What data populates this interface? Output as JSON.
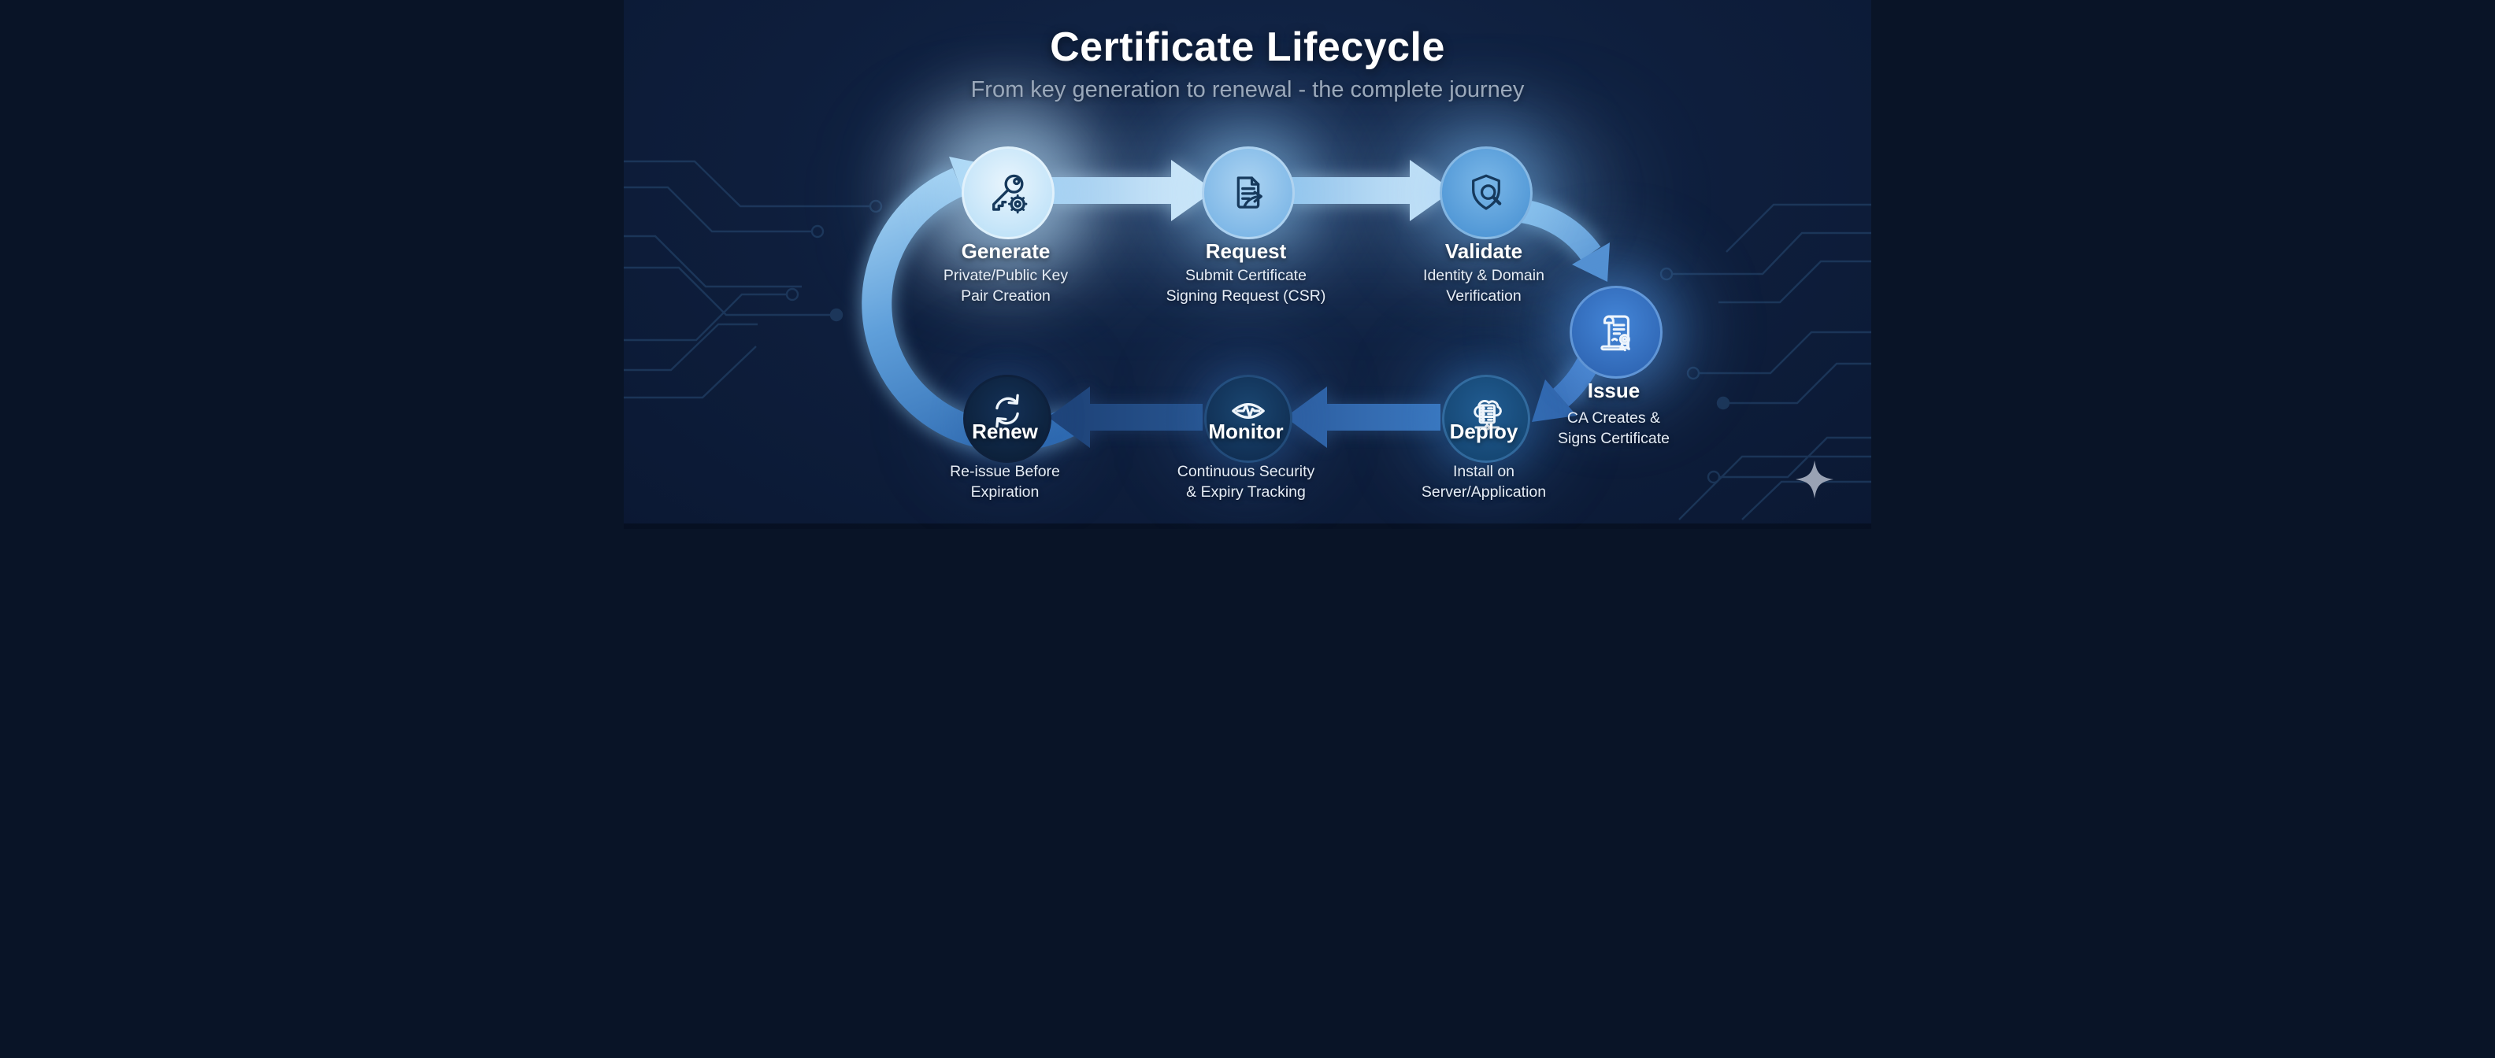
{
  "header": {
    "title": "Certificate Lifecycle",
    "subtitle": "From key generation to renewal - the complete journey"
  },
  "stages": [
    {
      "label": "Generate",
      "description": "Private/Public Key\nPair Creation",
      "icon": "key-gear-icon",
      "color_center": "#e9f5fd",
      "color_edge": "#bfe2f8"
    },
    {
      "label": "Request",
      "description": "Submit Certificate\nSigning Request (CSR)",
      "icon": "document-send-icon",
      "color_center": "#abd3f2",
      "color_edge": "#7cb6e6"
    },
    {
      "label": "Validate",
      "description": "Identity & Domain\nVerification",
      "icon": "shield-search-icon",
      "color_center": "#7ab7e8",
      "color_edge": "#4f96d5"
    },
    {
      "label": "Issue",
      "description": "CA Creates &\nSigns Certificate",
      "icon": "certificate-scroll-icon",
      "color_center": "#4486d8",
      "color_edge": "#2f66b4"
    },
    {
      "label": "Deploy",
      "description": "Install on\nServer/Application",
      "icon": "cloud-server-icon",
      "color_center": "#215c92",
      "color_edge": "#154672"
    },
    {
      "label": "Monitor",
      "description": "Continuous Security\n& Expiry Tracking",
      "icon": "eye-pulse-icon",
      "color_center": "#1a4671",
      "color_edge": "#102e52"
    },
    {
      "label": "Renew",
      "description": "Re-issue Before\nExpiration",
      "icon": "refresh-cycle-icon",
      "color_center": "#143157",
      "color_edge": "#0c2039"
    }
  ],
  "flow": {
    "order": [
      "Generate",
      "Request",
      "Validate",
      "Issue",
      "Deploy",
      "Monitor",
      "Renew"
    ],
    "loop": true
  },
  "decor": {
    "sparkle_icon": "four-point-star-icon"
  },
  "palette": {
    "background": "#0e1e3c",
    "accent_light": "#aad6f4",
    "accent_mid": "#4f96d5",
    "accent_dark": "#1d3f6e",
    "circuit_line": "#2a4f78",
    "text_primary": "#ffffff",
    "text_secondary": "#9aa8ba"
  }
}
